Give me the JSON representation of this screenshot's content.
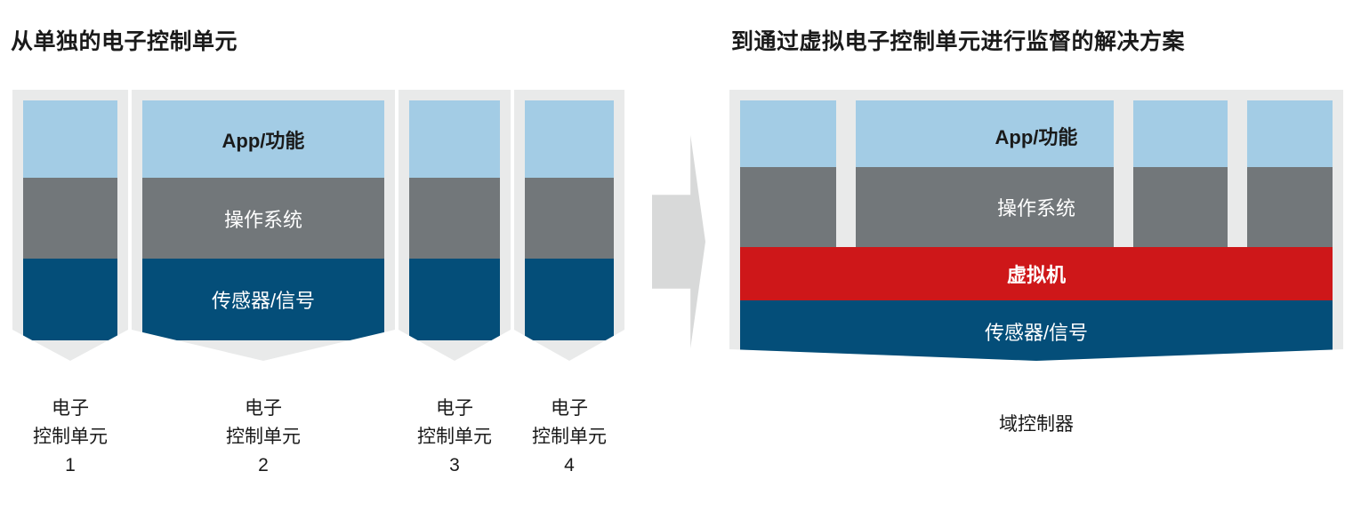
{
  "titles": {
    "left": "从单独的电子控制单元",
    "right": "到通过虚拟电子控制单元进行监督的解决方案"
  },
  "layers": {
    "app": "App/功能",
    "os": "操作系统",
    "vm": "虚拟机",
    "sensor": "传感器/信号"
  },
  "colors": {
    "app": "#A3CCE5",
    "os": "#72777A",
    "vm": "#CE1719",
    "sensor": "#044E79",
    "frame": "#E9EAEA",
    "arrow": "#D8D9D9",
    "background": "#FFFFFF",
    "text_dark": "#1A1A1A",
    "text_light": "#FFFFFF"
  },
  "left_panel": {
    "ecus": [
      {
        "line1": "电子",
        "line2": "控制单元",
        "line3": "1",
        "show_layer_labels": false
      },
      {
        "line1": "电子",
        "line2": "控制单元",
        "line3": "2",
        "show_layer_labels": true
      },
      {
        "line1": "电子",
        "line2": "控制单元",
        "line3": "3",
        "show_layer_labels": false
      },
      {
        "line1": "电子",
        "line2": "控制单元",
        "line3": "4",
        "show_layer_labels": false
      }
    ]
  },
  "right_panel": {
    "caption_line1": "域控制器",
    "column_count": 4
  },
  "arrow": {
    "icon": "arrow-right-icon",
    "direction": "right"
  },
  "diagram_data": {
    "type": "architecture-comparison",
    "left": {
      "title": "从单独的电子控制单元",
      "units": 4,
      "stack_per_unit": [
        "App/功能",
        "操作系统",
        "传感器/信号"
      ]
    },
    "right": {
      "title": "到通过虚拟电子控制单元进行监督的解决方案",
      "units": 1,
      "partitions": 4,
      "stack": [
        "App/功能",
        "操作系统",
        "虚拟机",
        "传感器/信号"
      ],
      "caption": "域控制器"
    }
  }
}
